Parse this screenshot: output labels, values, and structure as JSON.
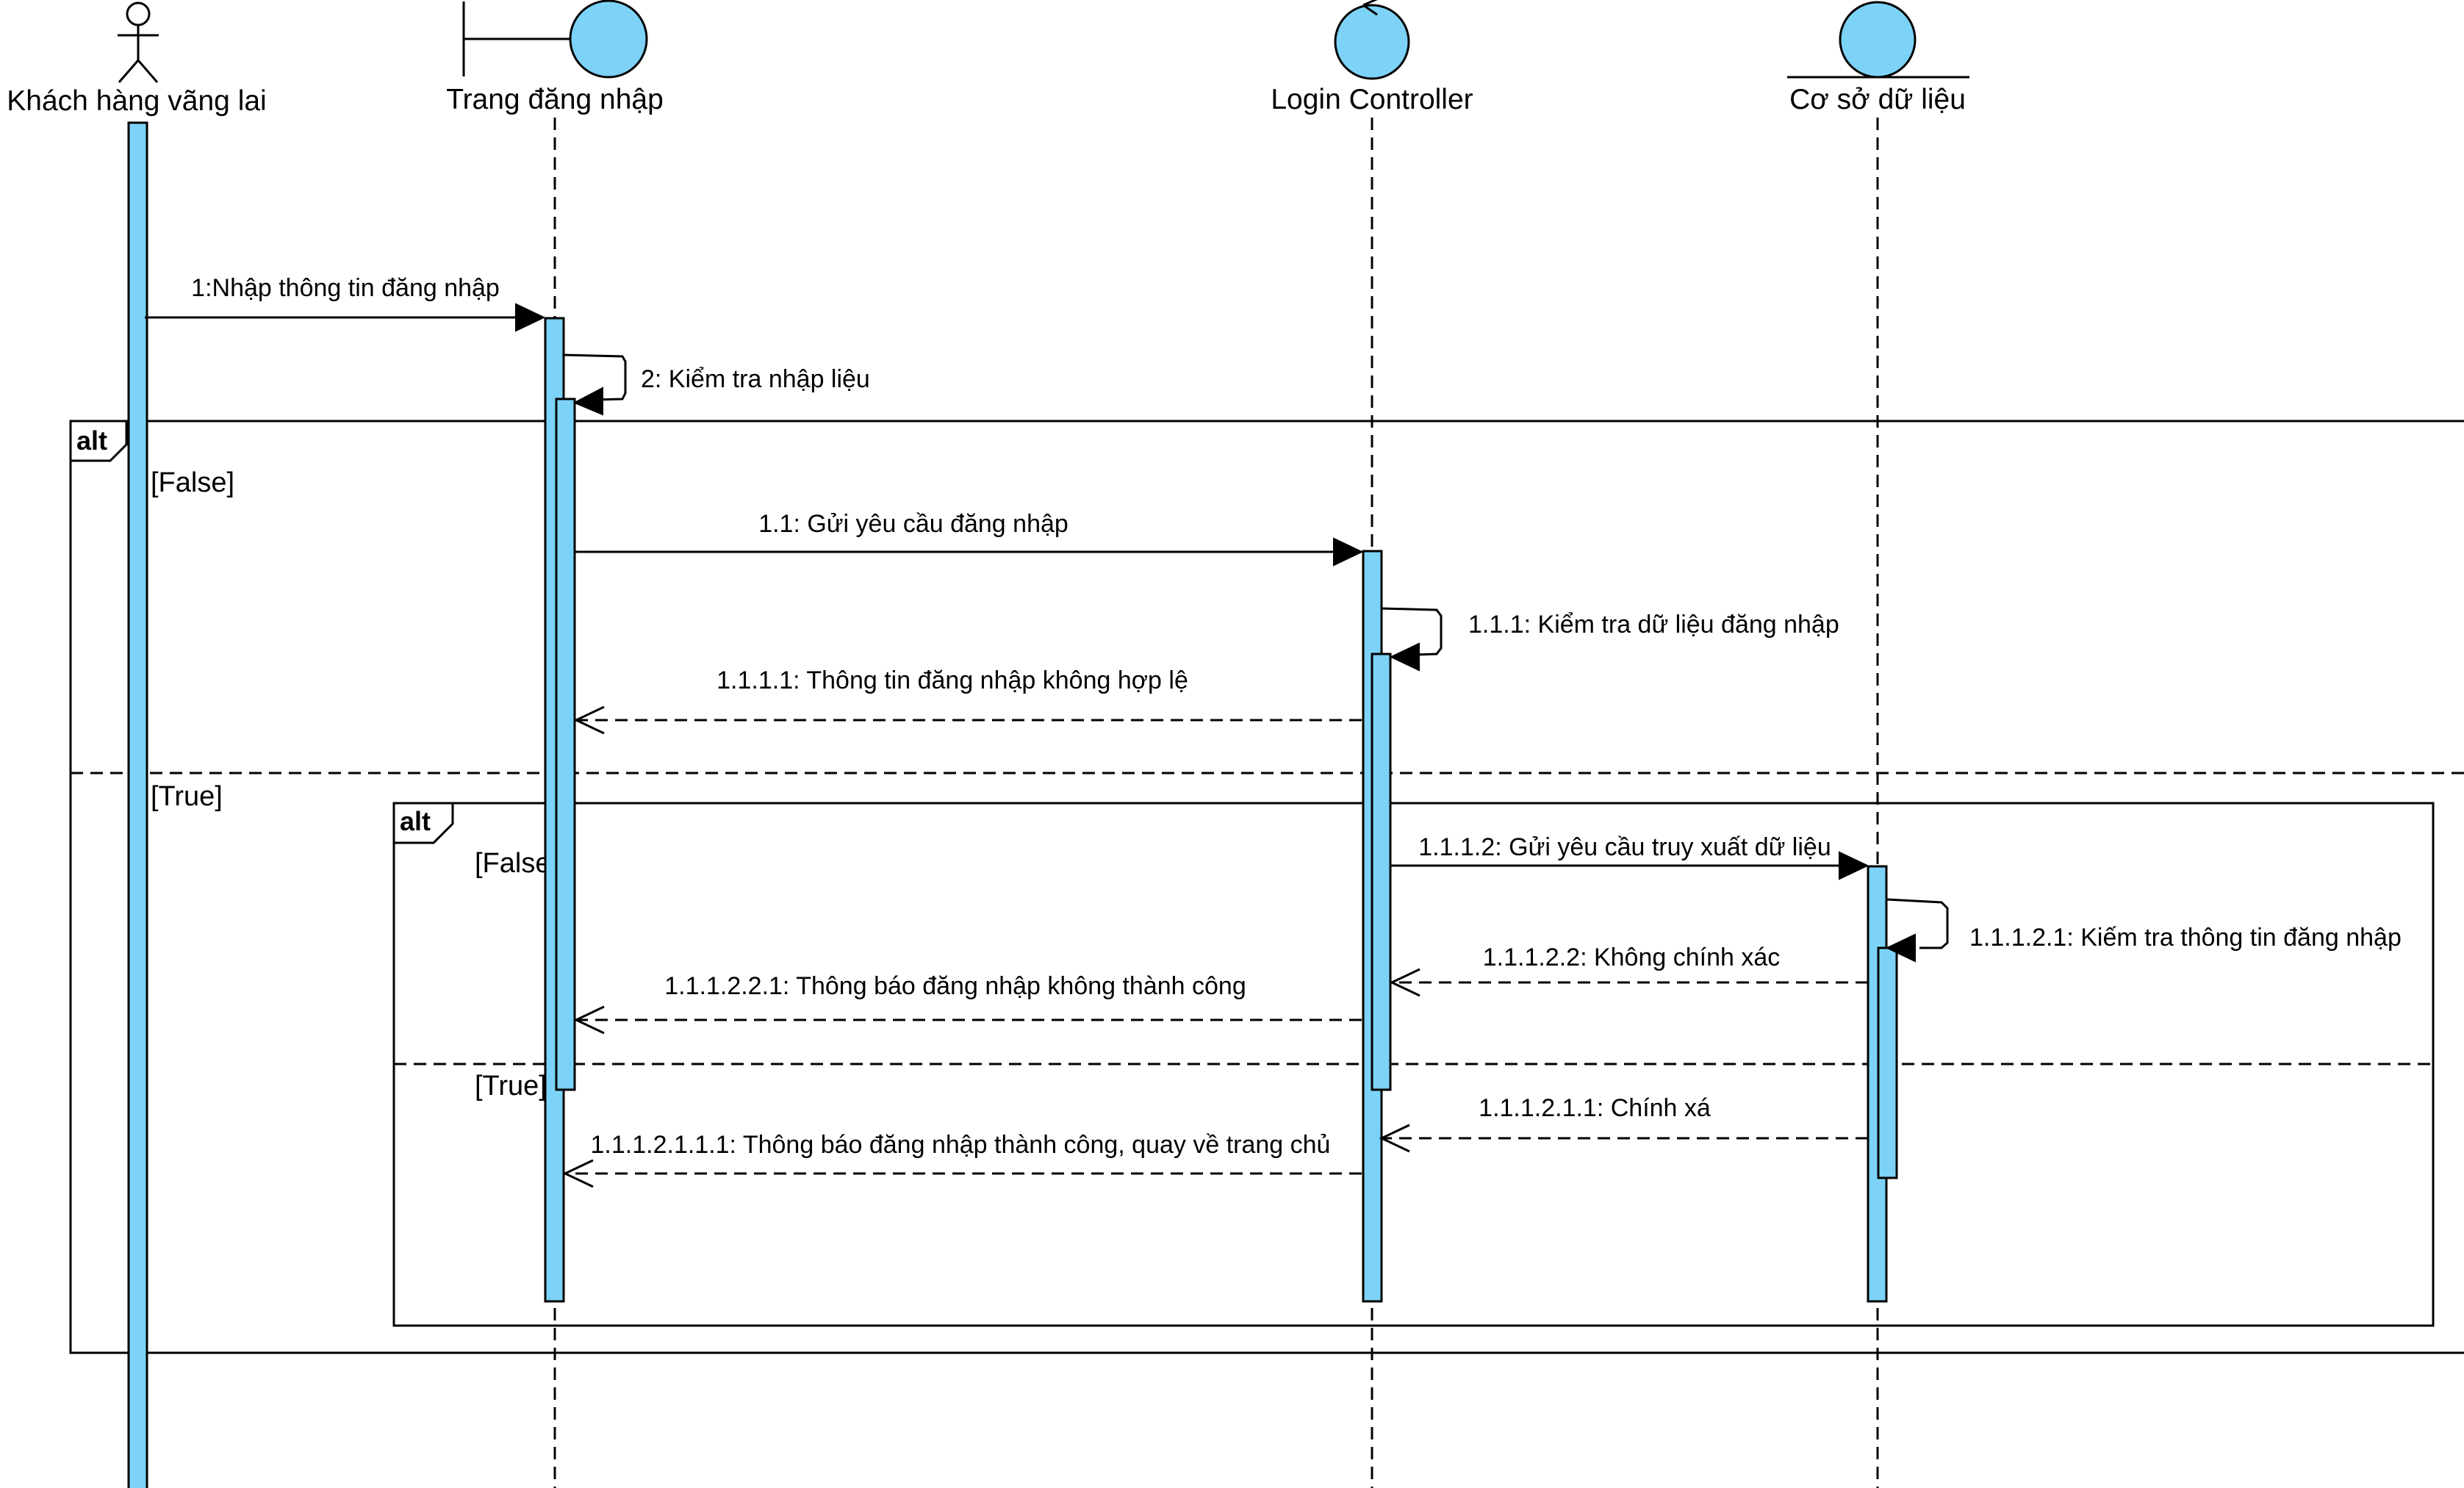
{
  "participants": {
    "actor": "Khách hàng vãng lai",
    "boundary": "Trang đăng nhập",
    "control": "Login Controller",
    "entity": "Cơ sở dữ liệu"
  },
  "fragments": {
    "outer_operator": "alt",
    "outer_guard_1": "[False]",
    "outer_guard_2": "[True]",
    "inner_operator": "alt",
    "inner_guard_1": "[False]",
    "inner_guard_2": "[True]"
  },
  "messages": {
    "m1": "1:Nhập thông tin đăng nhập",
    "m2": "2: Kiểm tra nhập liệu",
    "m3": "1.1: Gửi yêu cầu đăng nhập",
    "m4": "1.1.1: Kiểm tra dữ liệu đăng nhập",
    "m5": "1.1.1.1: Thông tin đăng nhập không hợp lệ",
    "m6": "1.1.1.2: Gửi yêu cầu truy xuất dữ liệu",
    "m7": "1.1.1.2.1: Kiếm tra thông tin đăng nhập",
    "m8": "1.1.1.2.2: Không chính xác",
    "m9": "1.1.1.2.2.1: Thông báo đăng nhập không thành công",
    "m10": "1.1.1.2.1.1: Chính xá",
    "m11": "1.1.1.2.1.1.1: Thông báo đăng nhập thành công, quay về trang chủ"
  },
  "icons": [
    "actor-icon",
    "boundary-icon",
    "control-icon",
    "entity-icon"
  ],
  "colors": {
    "activation": "#7DD3F7",
    "line": "#000000"
  }
}
